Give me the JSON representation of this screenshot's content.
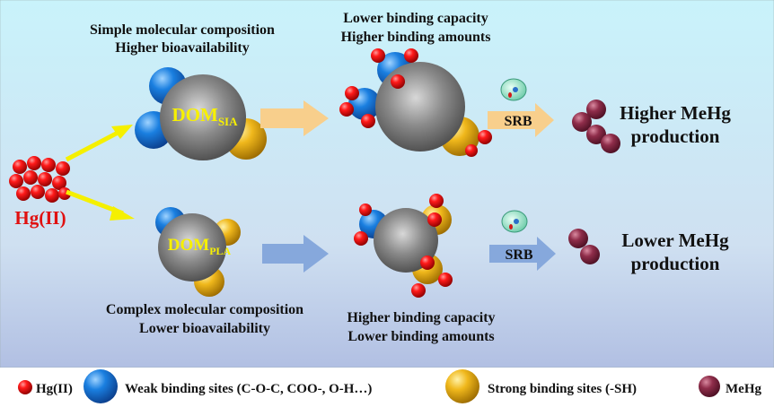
{
  "top_left_text": [
    "Simple molecular composition",
    "Higher bioavailability"
  ],
  "top_mid_text": [
    "Lower binding capacity",
    "Higher binding amounts"
  ],
  "bottom_left_text": [
    "Complex molecular composition",
    "Lower bioavailability"
  ],
  "bottom_mid_text": [
    "Higher binding capacity",
    "Lower binding amounts"
  ],
  "source_label": "Hg(II)",
  "dom_top": {
    "main": "DOM",
    "sub": "SIA"
  },
  "dom_bottom": {
    "main": "DOM",
    "sub": "PLA"
  },
  "srb_label": "SRB",
  "top_result": [
    "Higher MeHg",
    "production"
  ],
  "bottom_result": [
    "Lower MeHg",
    "production"
  ],
  "legend": {
    "hg": "Hg(II)",
    "weak": "Weak  binding sites (C-O-C, COO-, O-H…)",
    "strong": "Strong binding sites (-SH)",
    "mehg": "MeHg"
  },
  "colors": {
    "hg_red": "#e8101a",
    "weak_blue": "#1a78d8",
    "strong_gold": "#e6b21a",
    "mehg": "#8a2b45",
    "dom_gray": "#7d7d7d",
    "dom_label": "#f7f000",
    "hg_label": "#e01010",
    "arrow_yellow": "#f5f000",
    "arrow_orange": "#f8cf8c",
    "arrow_blue": "#86a8dc"
  }
}
